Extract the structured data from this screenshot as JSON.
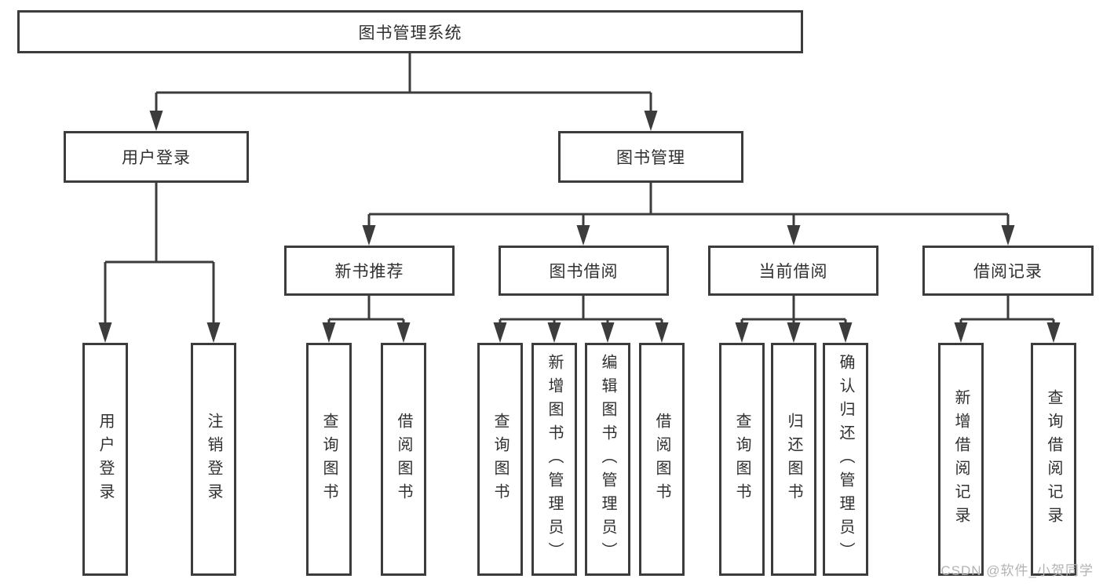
{
  "watermark": "CSDN @软件_小贺同学",
  "colors": {
    "line": "#3c3c3c",
    "box_border": "#3c3c3c",
    "text": "#303030",
    "background": "#ffffff",
    "watermark": "#b3b3b3"
  },
  "tree": {
    "label": "图书管理系统",
    "children": [
      {
        "label": "用户登录",
        "children": [
          {
            "label": "用户登录"
          },
          {
            "label": "注销登录"
          }
        ]
      },
      {
        "label": "图书管理",
        "children": [
          {
            "label": "新书推荐",
            "children": [
              {
                "label": "查询图书"
              },
              {
                "label": "借阅图书"
              }
            ]
          },
          {
            "label": "图书借阅",
            "children": [
              {
                "label": "查询图书"
              },
              {
                "label": "新增图书（管理员）"
              },
              {
                "label": "编辑图书（管理员）"
              },
              {
                "label": "借阅图书"
              }
            ]
          },
          {
            "label": "当前借阅",
            "children": [
              {
                "label": "查询图书"
              },
              {
                "label": "归还图书"
              },
              {
                "label": "确认归还（管理员）"
              }
            ]
          },
          {
            "label": "借阅记录",
            "children": [
              {
                "label": "新增借阅记录"
              },
              {
                "label": "查询借阅记录"
              }
            ]
          }
        ]
      }
    ]
  }
}
